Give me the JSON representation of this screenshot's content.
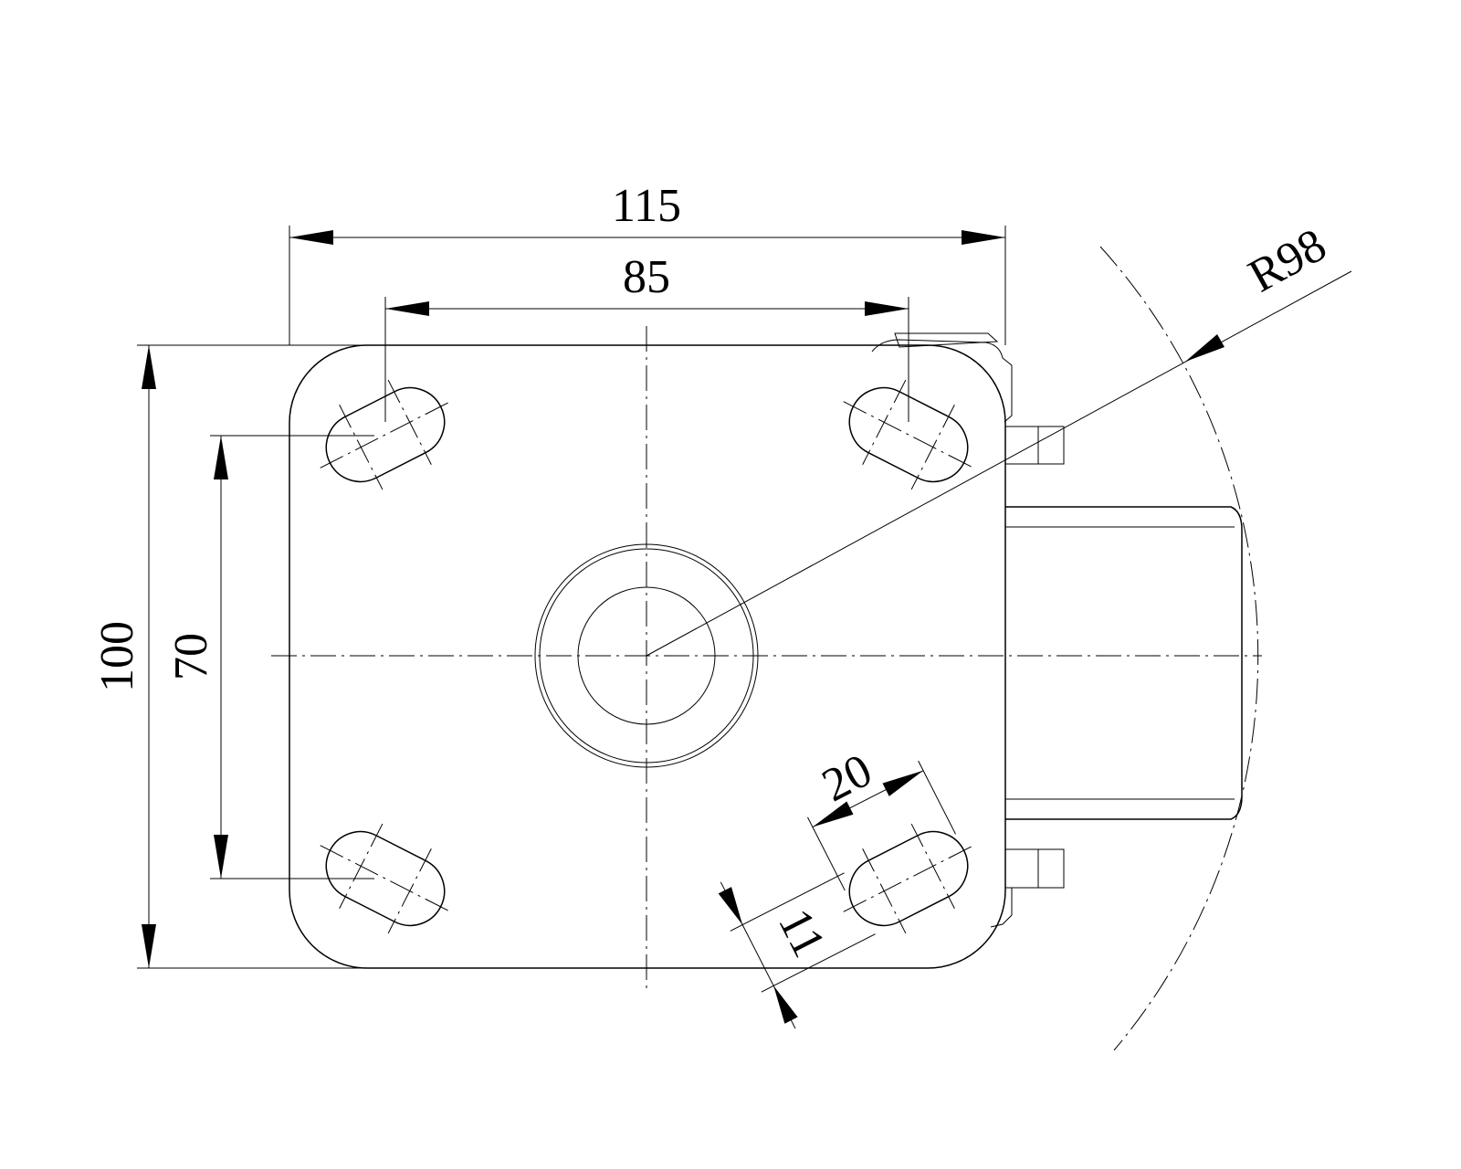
{
  "drawing": {
    "title": "Caster top plate dimension drawing",
    "dimensions": {
      "overall_width": "115",
      "hole_spacing_x": "85",
      "overall_height": "100",
      "hole_spacing_y": "70",
      "slot_length": "20",
      "slot_width": "11",
      "swivel_radius": "R98"
    },
    "colors": {
      "line": "#000000",
      "background": "#ffffff"
    }
  }
}
